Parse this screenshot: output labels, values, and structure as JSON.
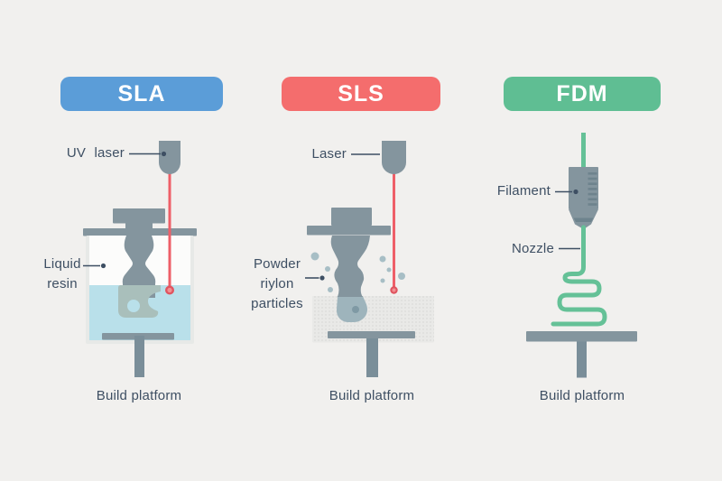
{
  "columns": [
    {
      "id": "sla",
      "title": "SLA",
      "labels": {
        "laser": "UV laser",
        "material_lines": [
          "Liquid",
          "resin"
        ],
        "platform": "Build platform"
      }
    },
    {
      "id": "sls",
      "title": "SLS",
      "labels": {
        "laser": "Laser",
        "material_lines": [
          "Powder",
          "riylon",
          "particles"
        ],
        "platform": "Build platform"
      }
    },
    {
      "id": "fdm",
      "title": "FDM",
      "labels": {
        "filament": "Filament",
        "nozzle": "Nozzle",
        "platform": "Build platform"
      }
    }
  ],
  "palette": {
    "bg": "#f1f0ee",
    "ink": "#3e4f63",
    "c-sla": "#5b9dd8",
    "c-sls": "#f46d6d",
    "c-fdm": "#5fbe93",
    "slate": "#84959e",
    "slate-dark": "#6e838d",
    "stem": "#7a8e99",
    "liquid": "#b9e0ea",
    "tank-wall": "#e7e9e7",
    "tank-inner": "#fcfcfb",
    "laser": "#ee5f68",
    "laser-dot": "#e0545f",
    "laser-core": "#f18f93",
    "filament": "#65c197",
    "bed": "#e9e9e7",
    "bed-dot": "#d3d3d1",
    "particle": "#a7bec5",
    "part-sub": "#a9bfbb",
    "part-sub2": "#9eb4bc",
    "part-dot": "#7f99a4"
  }
}
